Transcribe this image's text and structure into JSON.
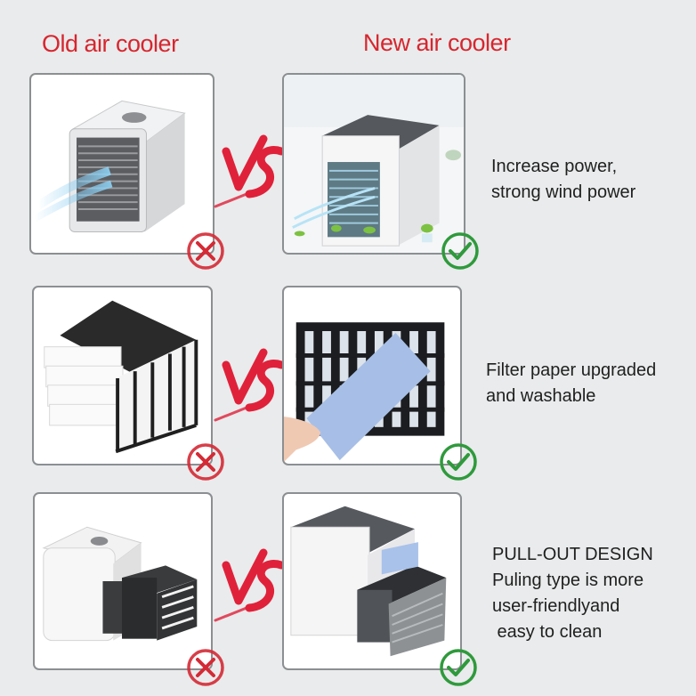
{
  "headings": {
    "old": "Old air cooler",
    "new": "New air cooler"
  },
  "colors": {
    "heading_red": "#d7262f",
    "vs_red": "#e0213a",
    "cross_red": "#d42a35",
    "check_green": "#2f9a3c",
    "background": "#e9ebec",
    "frame_border": "#8c8f92"
  },
  "rows": [
    {
      "old_image": "old cube air cooler with front vents and blue airflow",
      "new_image": "new air cooler with dark gray top, leaves and ice cubes",
      "old_mark": "cross-icon",
      "new_mark": "check-icon",
      "vs_label": "VS",
      "description": [
        "Increase power,",
        "strong wind power"
      ]
    },
    {
      "old_image": "old white paper filter block in black frame",
      "new_image": "blue washable filter paper held in front of black grid",
      "old_mark": "cross-icon",
      "new_mark": "check-icon",
      "vs_label": "VS",
      "description": [
        "Filter paper upgraded",
        "and washable"
      ]
    },
    {
      "old_image": "old white cooler with black filter box removed from side",
      "new_image": "new cooler with pull-out drawer filter",
      "old_mark": "cross-icon",
      "new_mark": "check-icon",
      "vs_label": "VS",
      "description": [
        "PULL-OUT DESIGN",
        "Puling type is more",
        "user-friendlyand",
        " easy to clean"
      ]
    }
  ]
}
